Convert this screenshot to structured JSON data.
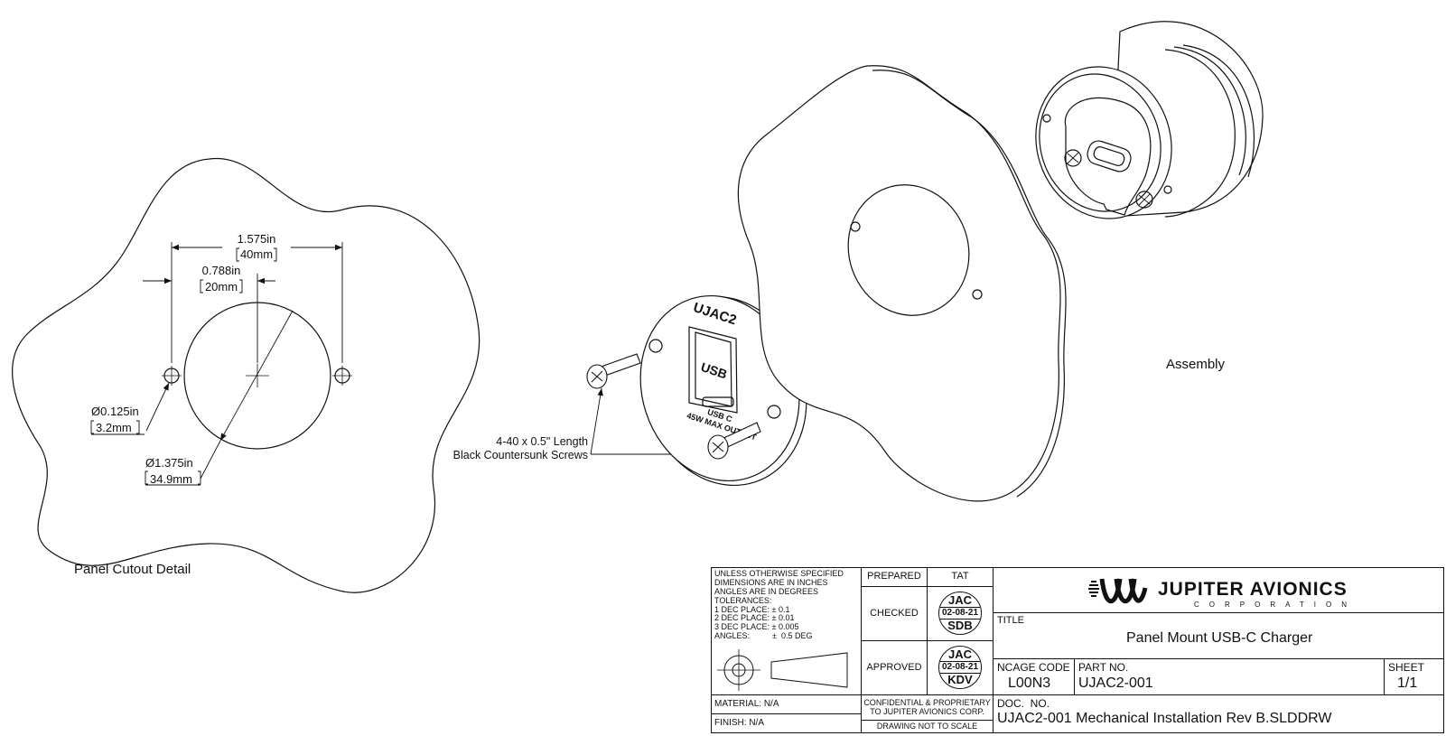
{
  "views": {
    "cutout_title": "Panel Cutout Detail",
    "assembly_title": "Assembly"
  },
  "dimensions": {
    "overall_in": "1.575in",
    "overall_mm": "40mm",
    "half_in": "0.788in",
    "half_mm": "20mm",
    "hole_in": "Ø0.125in",
    "hole_mm": "3.2mm",
    "cutout_in": "Ø1.375in",
    "cutout_mm": "34.9mm"
  },
  "callouts": {
    "screws_line1": "4-40 x 0.5\" Length",
    "screws_line2": "Black Countersunk Screws"
  },
  "faceplate": {
    "brand": "UJAC2",
    "port": "USB",
    "type": "USB C",
    "rating": "45W MAX OUTPUT"
  },
  "title_block": {
    "notes": [
      "UNLESS OTHERWISE SPECIFIED",
      "DIMENSIONS ARE IN INCHES",
      "ANGLES ARE IN DEGREES",
      "TOLERANCES:",
      "1 DEC PLACE:  ±  0.1",
      "2 DEC PLACE:  ±  0.01",
      "3 DEC PLACE:  ±  0.005",
      "ANGLES:          ±  0.5 DEG"
    ],
    "prepared_label": "PREPARED",
    "tat_label": "TAT",
    "checked_label": "CHECKED",
    "approved_label": "APPROVED",
    "checked_stamp": {
      "initials": "JAC",
      "date": "02-08-21",
      "by": "SDB"
    },
    "approved_stamp": {
      "initials": "JAC",
      "date": "02-08-21",
      "by": "KDV"
    },
    "material": "MATERIAL: N/A",
    "finish": "FINISH: N/A",
    "confidential_line1": "CONFIDENTIAL & PROPRIETARY",
    "confidential_line2": "TO JUPITER AVIONICS CORP.",
    "scale_note": "DRAWING NOT TO SCALE",
    "company_name": "JUPITER AVIONICS",
    "company_sub": "CORPORATION",
    "title_label": "TITLE",
    "title": "Panel Mount USB-C Charger",
    "ncage_label": "NCAGE CODE",
    "ncage": "L00N3",
    "part_label": "PART NO.",
    "part": "UJAC2-001",
    "sheet_label": "SHEET",
    "sheet": "1/1",
    "doc_label": "DOC.  NO.",
    "doc": "UJAC2-001 Mechanical Installation Rev B.SLDDRW"
  }
}
